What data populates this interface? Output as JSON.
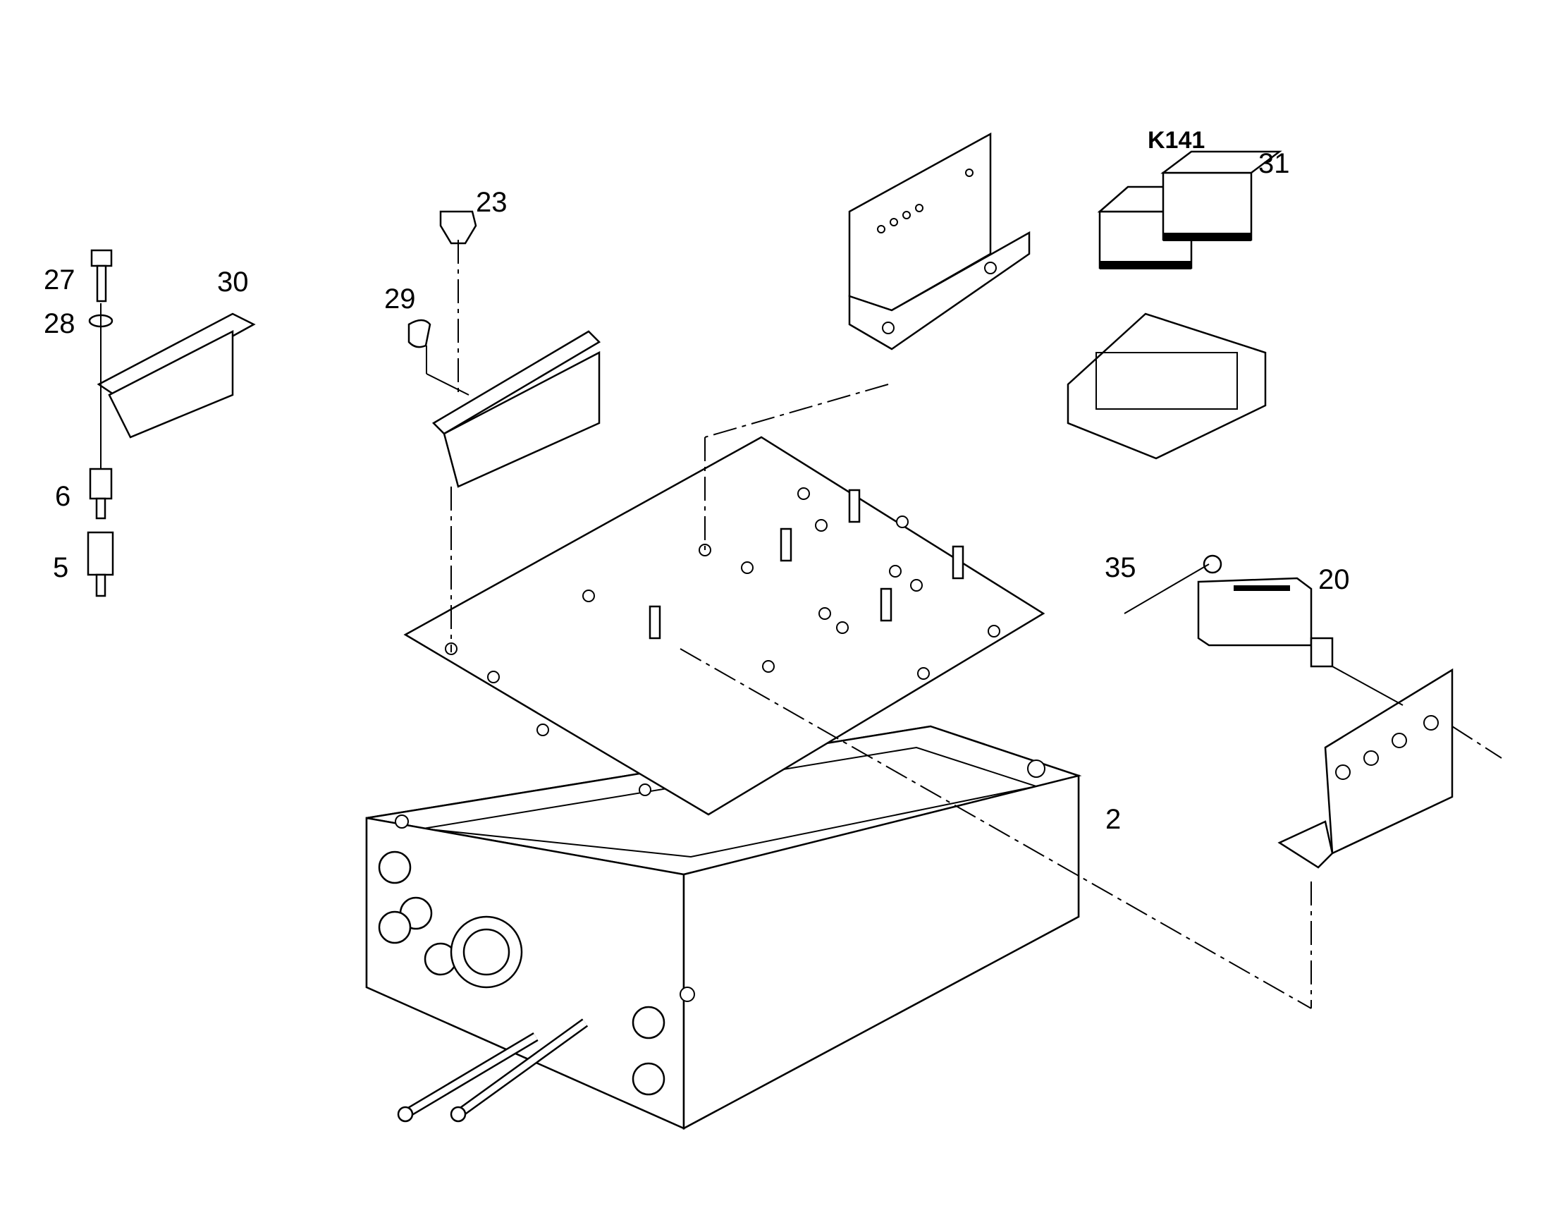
{
  "callouts": {
    "k141": "K141",
    "c31": "31",
    "c23": "23",
    "c27": "27",
    "c30": "30",
    "c28": "28",
    "c29": "29",
    "c6": "6",
    "c5": "5",
    "c35": "35",
    "c20": "20",
    "c2": "2"
  }
}
